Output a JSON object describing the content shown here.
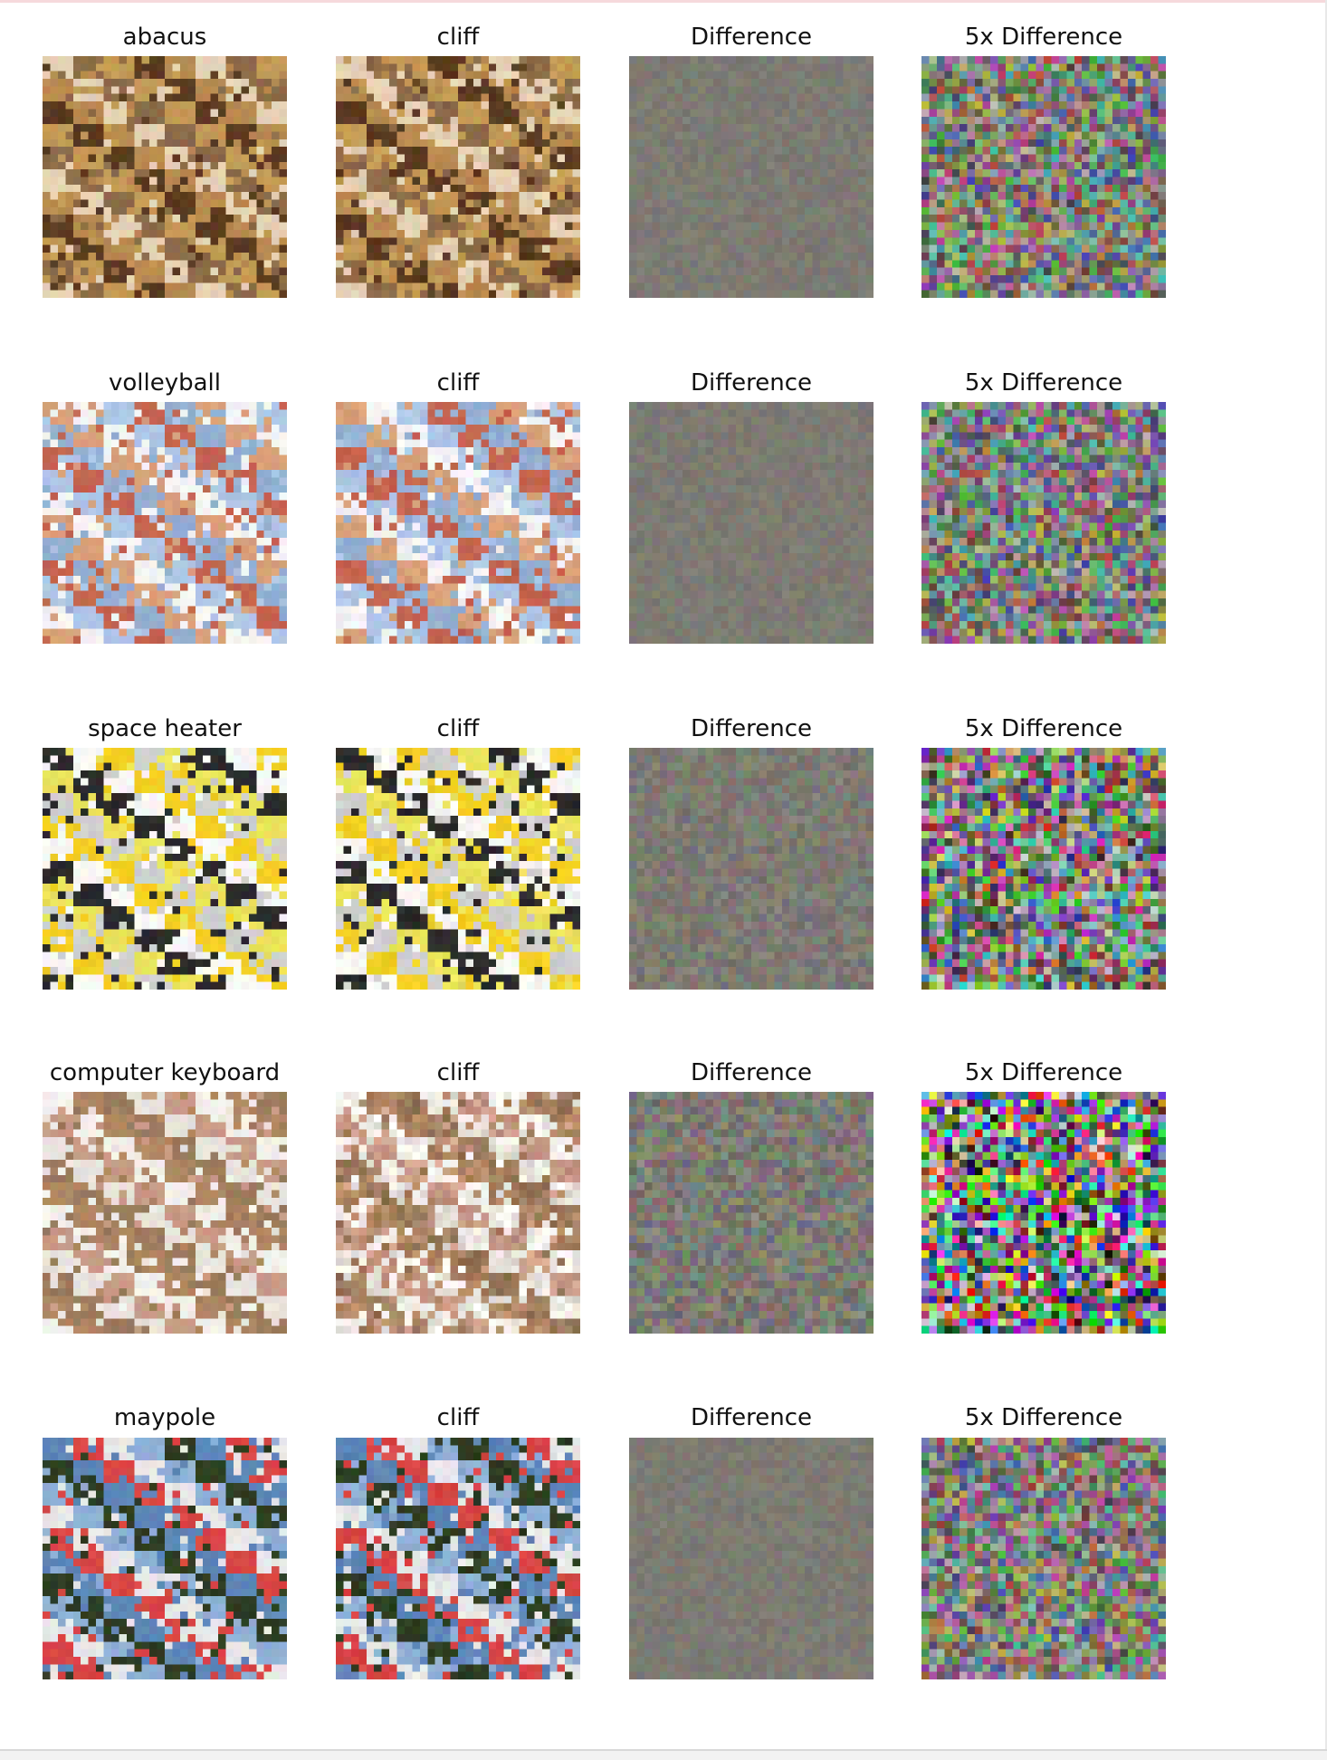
{
  "figure": {
    "rows": [
      {
        "label": "abacus",
        "target": "cliff",
        "diff_title": "Difference",
        "diff5_title": "5x Difference",
        "image_icon": "abacus-photo",
        "palette": [
          "#c49a55",
          "#e6d2b4",
          "#5a3a20",
          "#8c6a48",
          "#b88a50"
        ]
      },
      {
        "label": "volleyball",
        "target": "cliff",
        "diff_title": "Difference",
        "diff5_title": "5x Difference",
        "image_icon": "volleyball-players-photo",
        "palette": [
          "#93aed1",
          "#aec6e6",
          "#d9a07a",
          "#c4634f",
          "#f3f3f3"
        ]
      },
      {
        "label": "space heater",
        "target": "cliff",
        "diff_title": "Difference",
        "diff5_title": "5x Difference",
        "image_icon": "space-heater-photo",
        "palette": [
          "#f7f7f4",
          "#ebe35a",
          "#f3cf22",
          "#2b2b2b",
          "#cfcfcf"
        ]
      },
      {
        "label": "computer keyboard",
        "target": "cliff",
        "diff_title": "Difference",
        "diff5_title": "5x Difference",
        "image_icon": "keyboard-photo",
        "palette": [
          "#e9e4dc",
          "#b08662",
          "#c99a86",
          "#9a7a5c",
          "#f3f0ea"
        ]
      },
      {
        "label": "maypole",
        "target": "cliff",
        "diff_title": "Difference",
        "diff5_title": "5x Difference",
        "image_icon": "maypole-photo",
        "palette": [
          "#5c86b8",
          "#8fb0d6",
          "#d94545",
          "#2e3d22",
          "#e8e8e8"
        ]
      }
    ]
  }
}
